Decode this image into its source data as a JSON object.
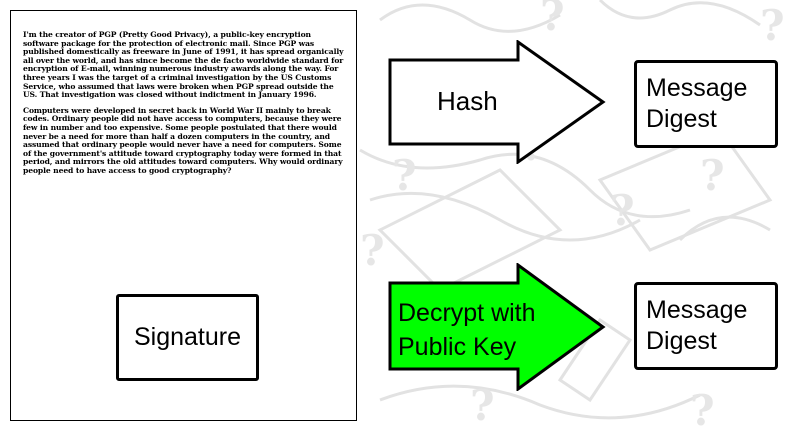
{
  "document": {
    "paragraphs": [
      "I'm the creator of PGP (Pretty Good Privacy), a public-key encryption software package for the protection of electronic mail. Since PGP was published domestically as freeware in June of 1991, it has spread organically all over the world, and has since become the de facto worldwide standard for encryption of E-mail, winning numerous industry awards along the way. For three years I was the target of a criminal investigation by the US Customs Service, who assumed that laws were broken when PGP spread outside the US. That investigation was closed without indictment in January 1996.",
      "Computers were developed in secret back in World War II mainly to break codes. Ordinary people did not have access to computers, because they were few in number and too expensive. Some people postulated that there would never be a need for more than half a dozen computers in the country, and assumed that ordinary people would never have a need for computers. Some of the government's attitude toward cryptography today were formed in that period, and mirrors the old attitudes toward computers. Why would ordinary people need to have access to good cryptography?"
    ],
    "signature_label": "Signature"
  },
  "flow": {
    "hash_label": "Hash",
    "decrypt_label_line1": "Decrypt with",
    "decrypt_label_line2": "Public Key",
    "digest_top_line1": "Message",
    "digest_top_line2": "Digest",
    "digest_bottom_line1": "Message",
    "digest_bottom_line2": "Digest"
  },
  "colors": {
    "decrypt_arrow_fill": "#00ff00",
    "hash_arrow_fill": "#ffffff",
    "outline": "#000000",
    "background_pattern": "#e3e3e3"
  }
}
